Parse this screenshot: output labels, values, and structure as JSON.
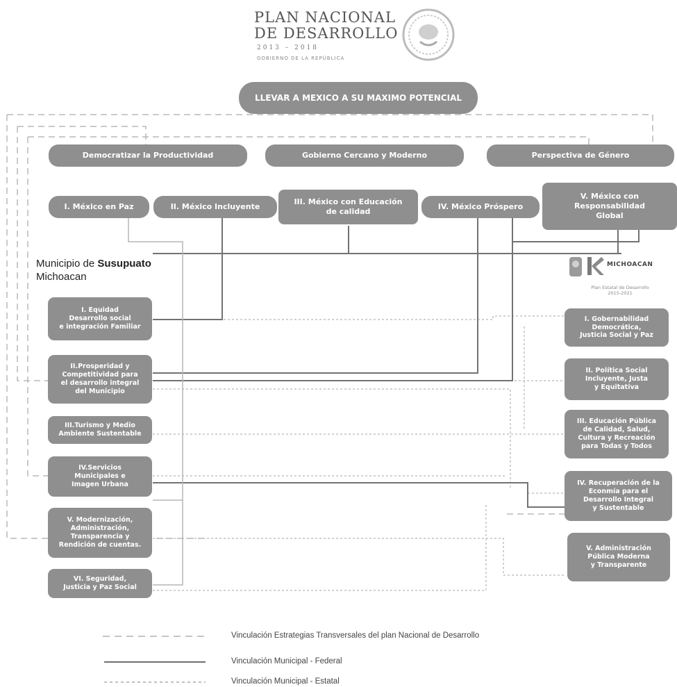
{
  "header": {
    "title_line1": "PLAN NACIONAL",
    "title_line2": "DE DESARROLLO",
    "years": "2013 – 2018",
    "subtitle": "GOBIERNO DE LA REPÚBLICA"
  },
  "top_goal": "LLEVAR A MEXICO A SU MAXIMO POTENCIAL",
  "strategies": [
    "Democratizar la Productividad",
    "Gobierno Cercano y Moderno",
    "Perspectiva de Género"
  ],
  "national_goals": [
    "I. México en Paz",
    "II. México Incluyente",
    [
      "III. México con Educación",
      "de calidad"
    ],
    "IV. México Próspero",
    [
      "V. México con",
      "Responsabilidad",
      "Global"
    ]
  ],
  "municipal_label": {
    "line1_prefix": "Municipio de ",
    "line1_name": "Susupuato",
    "line2": "Michoacan"
  },
  "municipal_axes": [
    [
      "I. Equidad",
      "Desarrollo social",
      "e integración Familiar"
    ],
    [
      "II.Prosperidad y",
      "Competitividad para",
      "el desarrollo integral",
      "del Municipio"
    ],
    [
      "III.Turismo y Medio",
      "Ambiente Sustentable"
    ],
    [
      "IV.Servicios",
      "Municipales e",
      "Imagen Urbana"
    ],
    [
      "V. Modernización,",
      "Administración,",
      "Transparencia y",
      "Rendición de cuentas."
    ],
    [
      "VI. Seguridad,",
      "Justicia y Paz Social"
    ]
  ],
  "state_plan": {
    "name": "MICHOACAN",
    "plan_line1": "Plan Estatal de Desarrollo",
    "plan_line2": "2015-2021"
  },
  "state_axes": [
    [
      "I. Gobernabilidad",
      "Democrática,",
      "Justicia Social y Paz"
    ],
    [
      "II. Política Social",
      "Incluyente, Justa",
      "y Equitativa"
    ],
    [
      "III. Educación Pública",
      "de Calidad, Salud,",
      "Cultura y Recreación",
      "para Todas y Todos"
    ],
    [
      "IV. Recuperación de la",
      "Econmía para el",
      "Desarrollo Integral",
      "y Sustentable"
    ],
    [
      "V. Administración",
      "Pública Moderna",
      "y Transparente"
    ]
  ],
  "legend": [
    "Vinculación Estrategias Transversales del plan Nacional de Desarrollo",
    "Vinculación Municipal - Federal",
    "Vinculación Municipal - Estatal"
  ],
  "colors": {
    "box_fill": "#8f8f8f",
    "box_text": "#ffffff",
    "solid_line": "#6e6e6e",
    "dashed_line": "#b5b5b5"
  }
}
